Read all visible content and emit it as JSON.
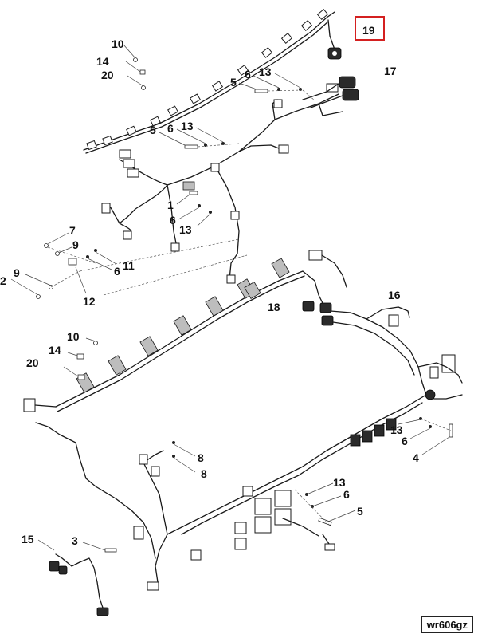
{
  "figure": {
    "image_id": "wr606gz",
    "highlighted_callout": "19",
    "highlight_color": "#d42020"
  },
  "callouts": {
    "c19_top": "19",
    "c10_top": "10",
    "c14_top": "14",
    "c20_top": "20",
    "c13_a": "13",
    "c6_a": "6",
    "c5_a": "5",
    "c17": "17",
    "c5_b": "5",
    "c6_b": "6",
    "c13_b": "13",
    "c1": "1",
    "c6_c": "6",
    "c13_c": "13",
    "c7": "7",
    "c9_a": "9",
    "c6_d": "6",
    "c11": "11",
    "c9_b": "9",
    "c2": "2",
    "c12": "12",
    "c18": "18",
    "c16": "16",
    "c10_bot": "10",
    "c14_bot": "14",
    "c20_bot": "20",
    "c13_d": "13",
    "c6_e": "6",
    "c4": "4",
    "c8_a": "8",
    "c8_b": "8",
    "c13_e": "13",
    "c6_f": "6",
    "c5_c": "5",
    "c15": "15",
    "c3": "3"
  }
}
